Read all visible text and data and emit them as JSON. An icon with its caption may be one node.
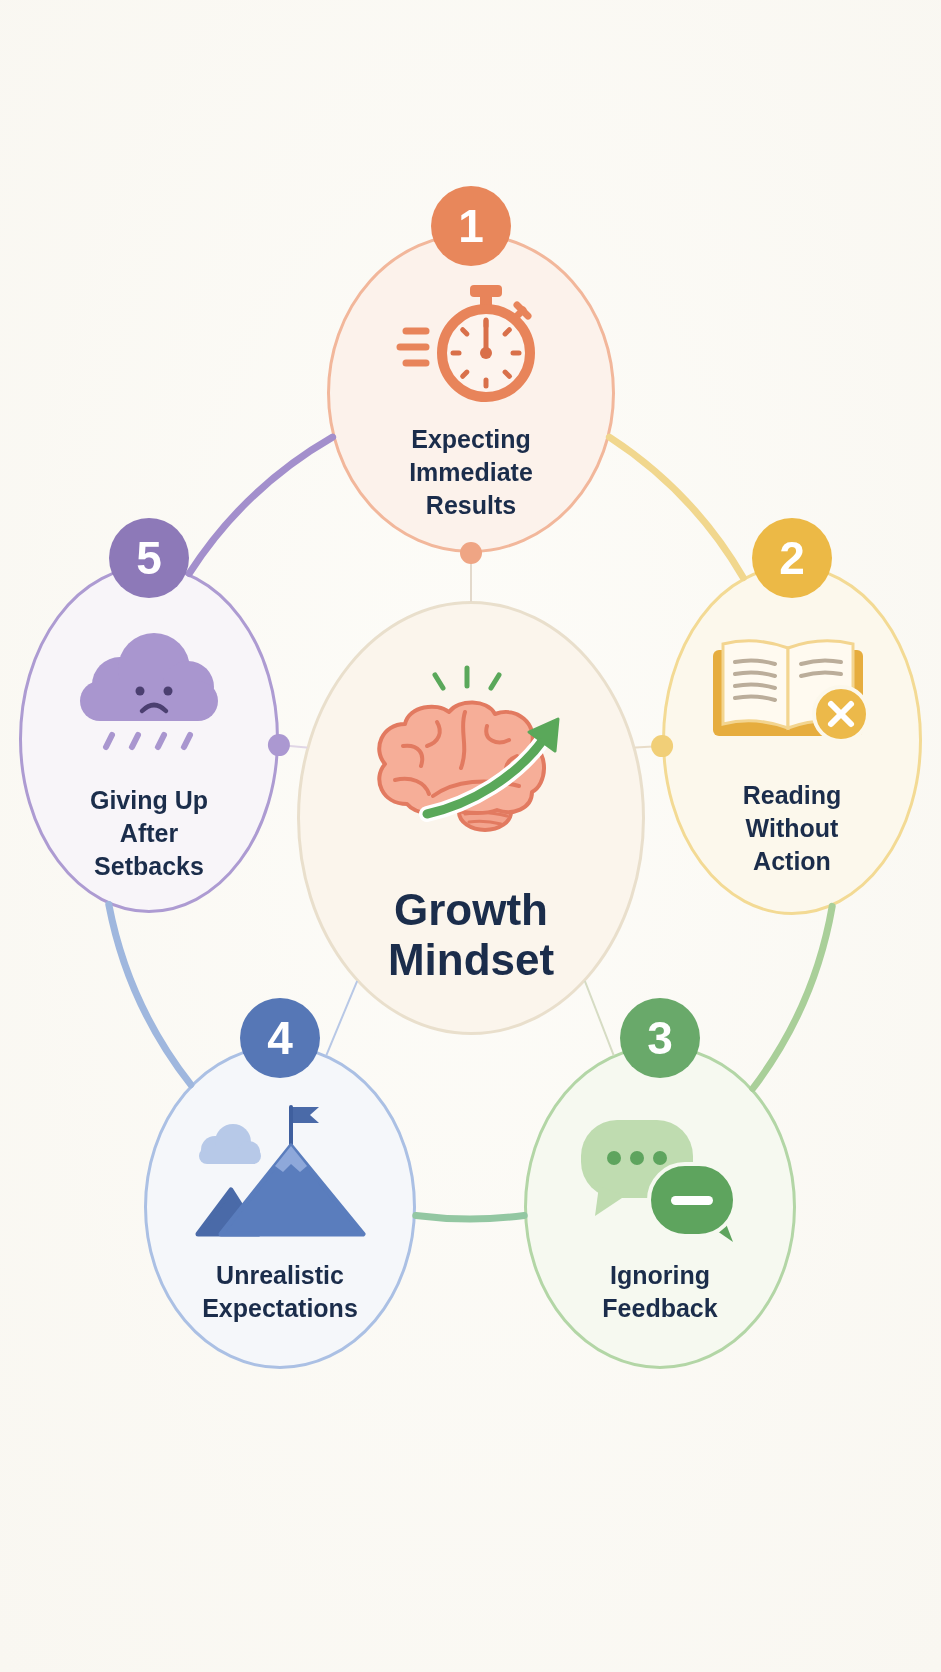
{
  "diagram": {
    "nodes": [
      {
        "text": [
          "Growth Mindset"
        ]
      },
      {
        "text": [
          "1",
          "Expecting Immediate Results"
        ]
      },
      {
        "text": [
          "2",
          "Reading Without Action"
        ]
      },
      {
        "text": [
          "3",
          "Ignoring Feedback"
        ]
      },
      {
        "text": [
          "4",
          "Unrealistic Expectations"
        ]
      },
      {
        "text": [
          "5",
          "Giving Up After Setbacks"
        ]
      }
    ],
    "edges": [
      {
        "from": 1,
        "to": 2,
        "arrow": "none",
        "style": "thick",
        "color": "#f1d78e"
      },
      {
        "from": 2,
        "to": 3,
        "arrow": "none",
        "style": "thick",
        "color": "#a9cf99"
      },
      {
        "from": 3,
        "to": 4,
        "arrow": "none",
        "style": "thick",
        "color": "#93c7a2"
      },
      {
        "from": 4,
        "to": 5,
        "arrow": "none",
        "style": "thick",
        "color": "#9fb7de"
      },
      {
        "from": 5,
        "to": 1,
        "arrow": "none",
        "style": "thick",
        "color": "#a38fcc"
      },
      {
        "from": 0,
        "to": 1,
        "arrow": "other",
        "color": "#e3d9cb"
      },
      {
        "from": 0,
        "to": 2,
        "arrow": "other",
        "color": "#e8dcc8"
      },
      {
        "from": 0,
        "to": 3,
        "arrow": "none",
        "color": "#d6dcc4"
      },
      {
        "from": 0,
        "to": 4,
        "arrow": "none",
        "color": "#b8c8e6"
      },
      {
        "from": 0,
        "to": 5,
        "arrow": "other",
        "color": "#e0d6e6"
      }
    ]
  }
}
